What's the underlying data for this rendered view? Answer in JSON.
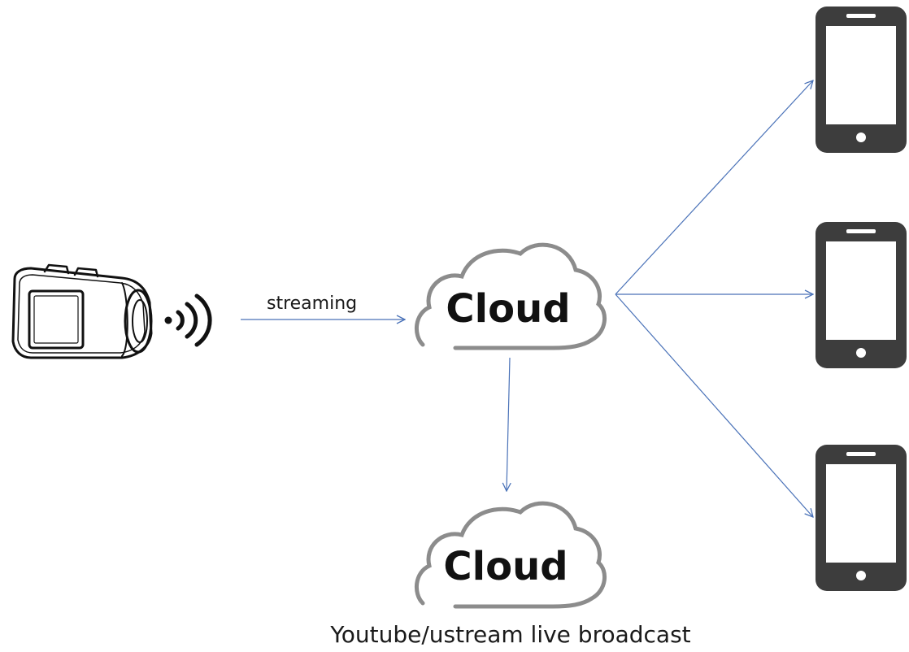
{
  "labels": {
    "streaming": "streaming",
    "broadcast": "Youtube/ustream live broadcast"
  },
  "nodes": {
    "camera": {
      "icon": "action-camera-icon"
    },
    "wifi": {
      "icon": "wifi-signal-icon"
    },
    "cloud_main": {
      "icon": "cloud-icon",
      "text": "Cloud"
    },
    "cloud_broadcast": {
      "icon": "cloud-icon",
      "text": "Cloud"
    },
    "phones": [
      {
        "icon": "smartphone-icon"
      },
      {
        "icon": "smartphone-icon"
      },
      {
        "icon": "smartphone-icon"
      }
    ]
  },
  "colors": {
    "arrow": "#4a72b8",
    "cloud_outline": "#8c8c8c",
    "phone_body": "#3d3d3d",
    "camera_outline": "#111111"
  }
}
